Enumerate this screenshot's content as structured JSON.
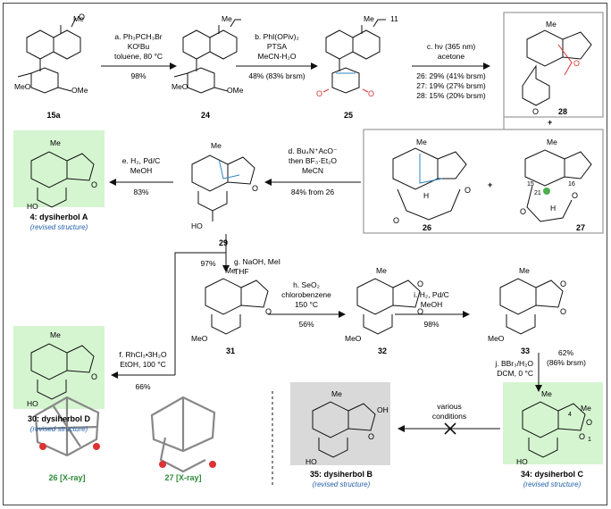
{
  "compounds": {
    "c15a": "15a",
    "c24": "24",
    "c25": "25",
    "c28": "28",
    "c26": "26",
    "c27": "27",
    "c29": "29",
    "c4": "4: dysiherbol A",
    "c4_note": "(revised structure)",
    "c31": "31",
    "c30": "30: dysiherbol D",
    "c30_note": "(revised structure)",
    "c32": "32",
    "c33": "33",
    "c34": "34: dysiherbol C",
    "c34_note": "(revised structure)",
    "c35": "35: dysiherbol B",
    "c35_note": "(revised structure)"
  },
  "steps": {
    "a": {
      "l1": "a. Ph₃PCH₃Br",
      "l2": "KOᵗBu",
      "l3": "toluene, 80 °C",
      "yield": "98%"
    },
    "b": {
      "l1": "b. PhI(OPiv)₂",
      "l2": "PTSA",
      "l3": "MeCN-H₂O",
      "yield": "48% (83% brsm)"
    },
    "c": {
      "l1": "c. hν (365 nm)",
      "l2": "acetone",
      "y26": "26: 29% (41% brsm)",
      "y27": "27: 19% (27% brsm)",
      "y28": "28: 15% (20% brsm)"
    },
    "d": {
      "l1": "d. Bu₄N⁺AcO⁻",
      "l2": "then BF₃·Et₂O",
      "l3": "MeCN",
      "yield": "84% from 26"
    },
    "e": {
      "l1": "e. H₂, Pd/C",
      "l2": "MeOH",
      "yield": "83%"
    },
    "g": {
      "yield": "97%",
      "l1": "g. NaOH, MeI",
      "l2": "THF"
    },
    "f": {
      "l1": "f. RhCl₃•3H₂O",
      "l2": "EtOH, 100 °C",
      "yield": "66%"
    },
    "h": {
      "l1": "h. SeO₂",
      "l2": "chlorobenzene",
      "l3": "150 °C",
      "yield": "56%"
    },
    "i": {
      "l1": "i. H₂, Pd/C",
      "l2": "MeOH",
      "yield": "98%"
    },
    "j": {
      "l1": "j. BBr₃/H₂O",
      "l2": "DCM, 0 °C",
      "yield": "62%",
      "yield2": "(86% brsm)"
    },
    "various": {
      "l1": "various",
      "l2": "conditions"
    }
  },
  "xray": {
    "x26": "26 [X-ray]",
    "x27": "27 [X-ray]"
  },
  "atoms": {
    "me": "Me",
    "meo": "MeO",
    "ome": "OMe",
    "ho": "HO",
    "o": "O",
    "oh": "OH",
    "h": "H",
    "n11": "11",
    "n15": "15",
    "n16": "16",
    "n21": "21",
    "n4": "4",
    "n1": "1",
    "plus": "+"
  },
  "colors": {
    "green_box": "#d5f5d0",
    "gray_box": "#d9d9d9",
    "blue_bond": "#2e86c1",
    "red_atom": "#d33333",
    "label_blue": "#1f5fa8",
    "xray_green": "#2e8b3a"
  }
}
